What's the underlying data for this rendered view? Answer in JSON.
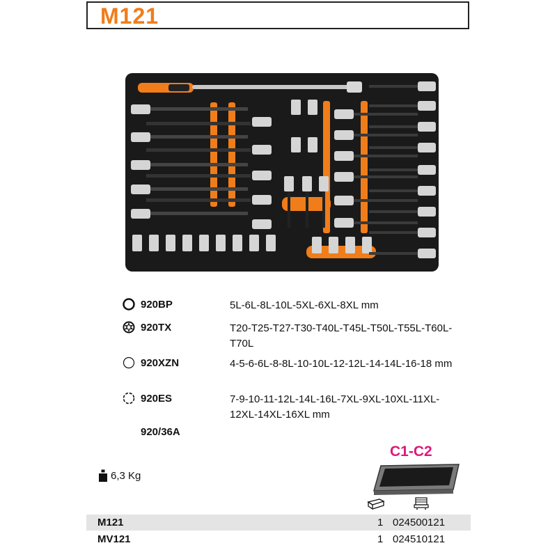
{
  "header": {
    "title": "M121"
  },
  "colors": {
    "accent_orange": "#f07d1a",
    "drawer_pink": "#e0187a",
    "foam_black": "#1a1a1a"
  },
  "specs": [
    {
      "icon": "hex-socket-icon",
      "code": "920BP",
      "values": "5L-6L-8L-10L-5XL-6XL-8XL mm"
    },
    {
      "icon": "torx-socket-icon",
      "code": "920TX",
      "values": "T20-T25-T27-T30-T40L-T45L-T50L-T55L-T60L-T70L"
    },
    {
      "icon": "xzn-socket-icon",
      "code": "920XZN",
      "values": "4-5-6-6L-8-8L-10-10L-12-12L-14-14L-16-18 mm"
    },
    {
      "icon": "torx-external-icon",
      "code": "920ES",
      "values": "7-9-10-11-12L-14L-16L-7XL-9XL-10XL-11XL-12XL-14XL-16XL mm"
    },
    {
      "icon": "",
      "code": "920/36A",
      "values": ""
    }
  ],
  "weight": {
    "value": "6,3 Kg"
  },
  "drawer": {
    "label": "C1-C2"
  },
  "order": [
    {
      "code": "M121",
      "qty": "1",
      "number": "024500121"
    },
    {
      "code": "MV121",
      "qty": "1",
      "number": "024510121"
    }
  ]
}
